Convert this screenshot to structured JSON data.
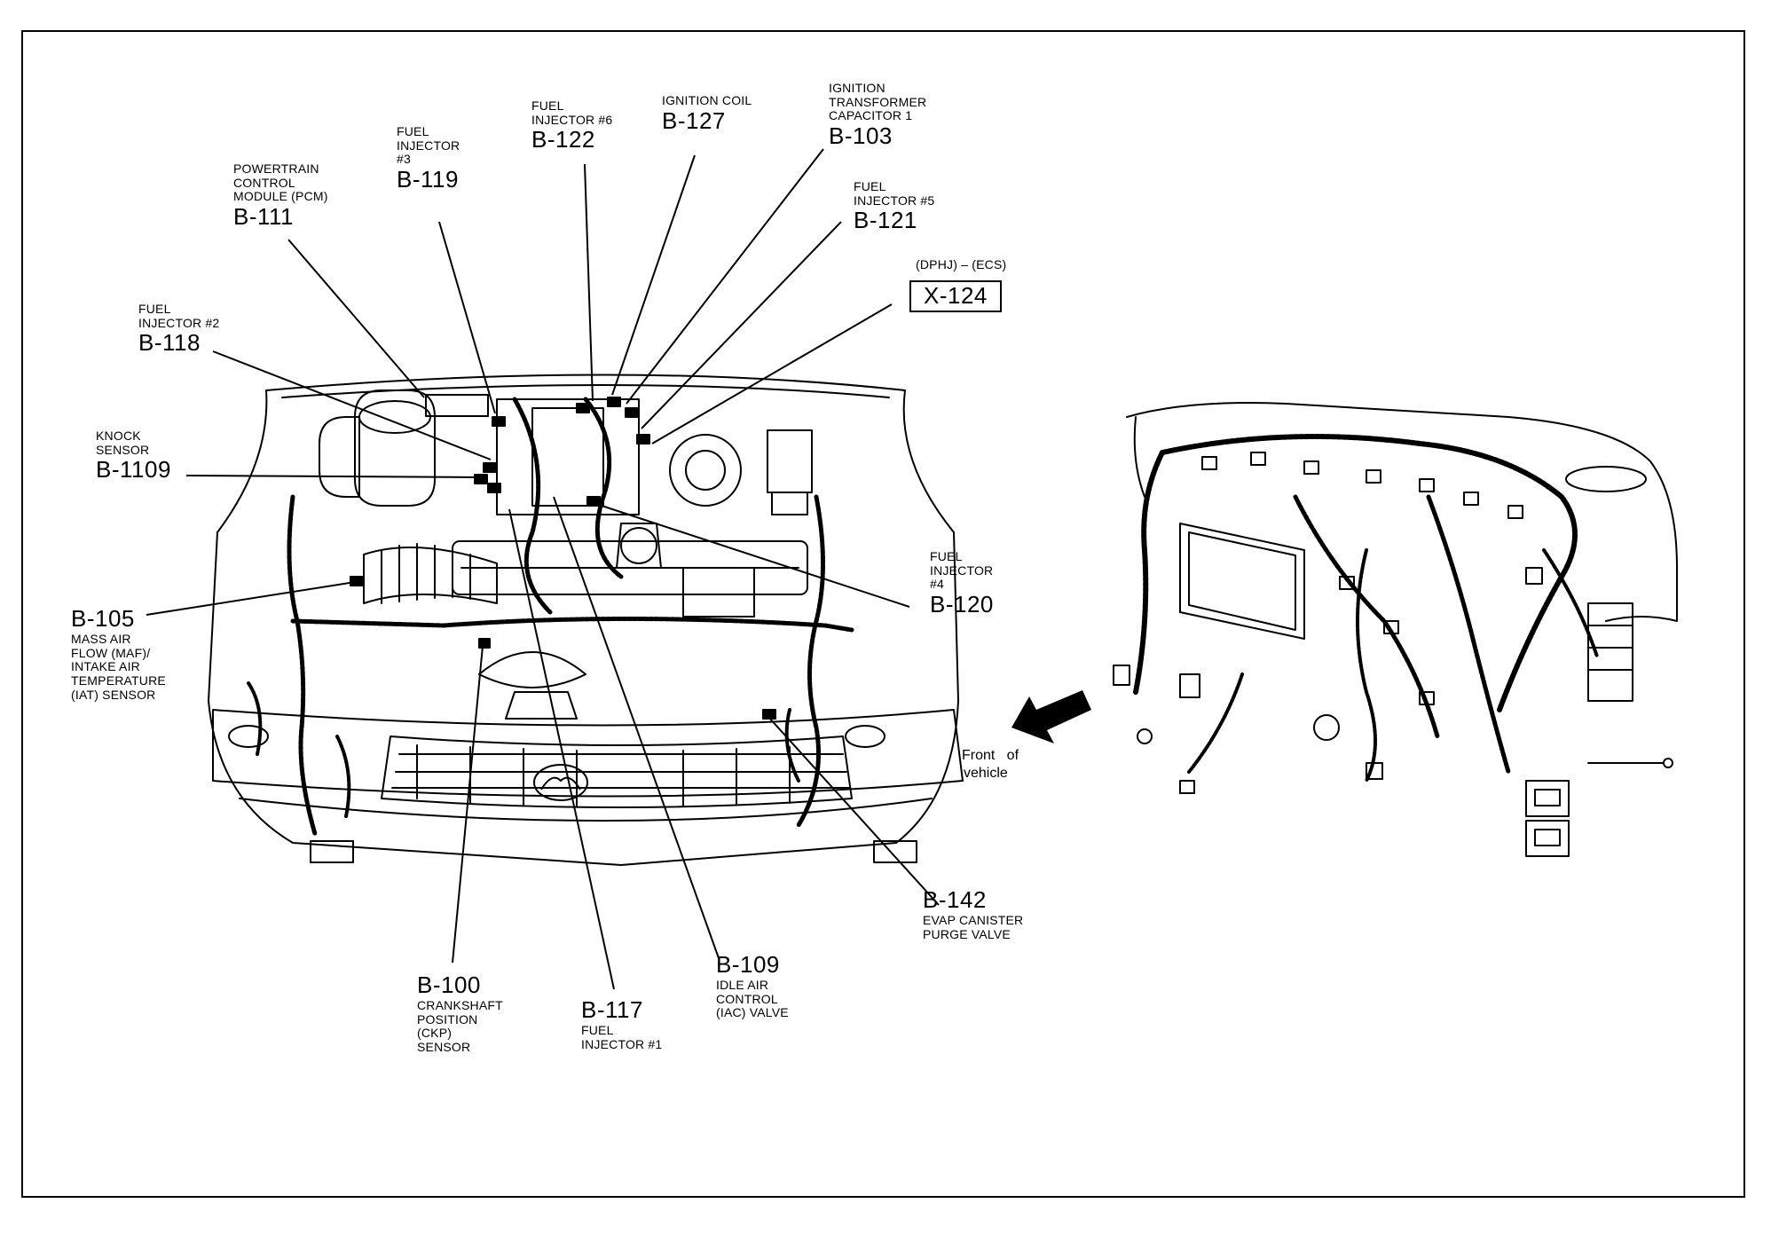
{
  "callouts": {
    "pcm": {
      "desc": [
        "POWERTRAIN",
        "CONTROL",
        "MODULE (PCM)"
      ],
      "code": "B-111"
    },
    "inj3": {
      "desc": [
        "FUEL",
        "INJECTOR",
        "#3"
      ],
      "code": "B-119"
    },
    "inj6": {
      "desc": [
        "FUEL",
        "INJECTOR #6"
      ],
      "code": "B-122"
    },
    "coil": {
      "desc": [
        "IGNITION COIL"
      ],
      "code": "B-127"
    },
    "capacitor": {
      "desc": [
        "IGNITION",
        "TRANSFORMER",
        "CAPACITOR 1"
      ],
      "code": "B-103"
    },
    "inj5": {
      "desc": [
        "FUEL",
        "INJECTOR #5"
      ],
      "code": "B-121"
    },
    "dphj": {
      "desc": [
        "(DPHJ) – (ECS)"
      ],
      "code": "X-124"
    },
    "inj2": {
      "desc": [
        "FUEL",
        "INJECTOR #2"
      ],
      "code": "B-118"
    },
    "knock": {
      "desc": [
        "KNOCK",
        "SENSOR"
      ],
      "code": "B-1109"
    },
    "maf": {
      "desc": [
        "MASS AIR",
        "FLOW (MAF)/",
        "INTAKE AIR",
        "TEMPERATURE",
        "(IAT) SENSOR"
      ],
      "code": "B-105"
    },
    "inj4": {
      "desc": [
        "FUEL",
        "INJECTOR",
        "#4"
      ],
      "code": "B-120"
    },
    "evap": {
      "desc": [
        "EVAP CANISTER",
        "PURGE VALVE"
      ],
      "code": "B-142"
    },
    "iac": {
      "desc": [
        "IDLE AIR",
        "CONTROL",
        "(IAC) VALVE"
      ],
      "code": "B-109"
    },
    "inj1": {
      "desc": [
        "FUEL",
        "INJECTOR #1"
      ],
      "code": "B-117"
    },
    "ckp": {
      "desc": [
        "CRANKSHAFT",
        "POSITION",
        "(CKP)",
        "SENSOR"
      ],
      "code": "B-100"
    }
  },
  "front_of_vehicle": [
    "Front   of",
    "vehicle"
  ],
  "icons": {
    "arrow": "front-arrow-icon",
    "emblem": "mazda-emblem-icon"
  }
}
